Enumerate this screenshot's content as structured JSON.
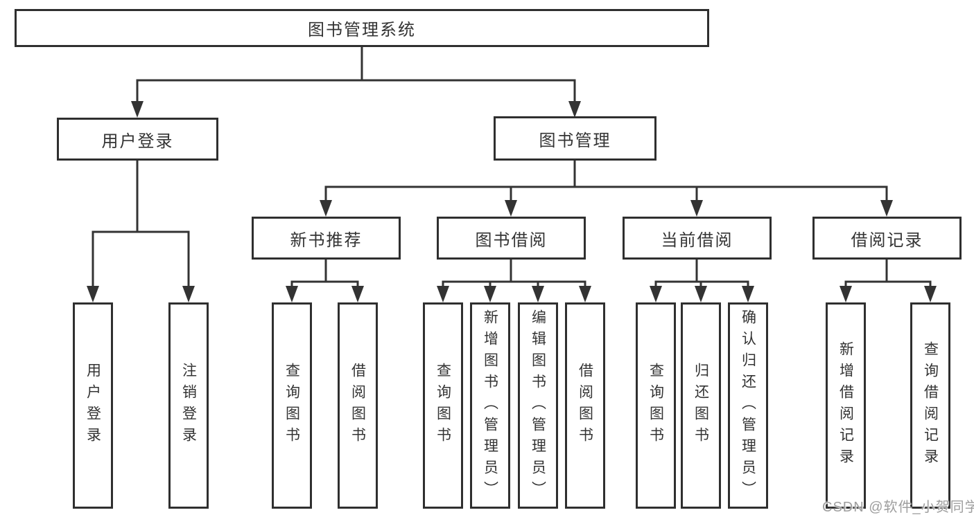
{
  "tree": {
    "root": {
      "label": "图书管理系统",
      "children": [
        {
          "label": "用户登录",
          "children": [
            {
              "label": "用户登录"
            },
            {
              "label": "注销登录"
            }
          ]
        },
        {
          "label": "图书管理",
          "children": [
            {
              "label": "新书推荐",
              "children": [
                {
                  "label": "查询图书"
                },
                {
                  "label": "借阅图书"
                }
              ]
            },
            {
              "label": "图书借阅",
              "children": [
                {
                  "label": "查询图书"
                },
                {
                  "label": "新增图书（管理员）"
                },
                {
                  "label": "编辑图书（管理员）"
                },
                {
                  "label": "借阅图书"
                }
              ]
            },
            {
              "label": "当前借阅",
              "children": [
                {
                  "label": "查询图书"
                },
                {
                  "label": "归还图书"
                },
                {
                  "label": "确认归还（管理员）"
                }
              ]
            },
            {
              "label": "借阅记录",
              "children": [
                {
                  "label": "新增借阅记录"
                },
                {
                  "label": "查询借阅记录"
                }
              ]
            }
          ]
        }
      ]
    }
  },
  "watermark": {
    "text": "CSDN @软件_小贺同学"
  },
  "colors": {
    "line": "#333333",
    "box-border": "#2f2f2f",
    "text": "#333333",
    "watermark": "#9e9e9e",
    "background": "#ffffff"
  }
}
